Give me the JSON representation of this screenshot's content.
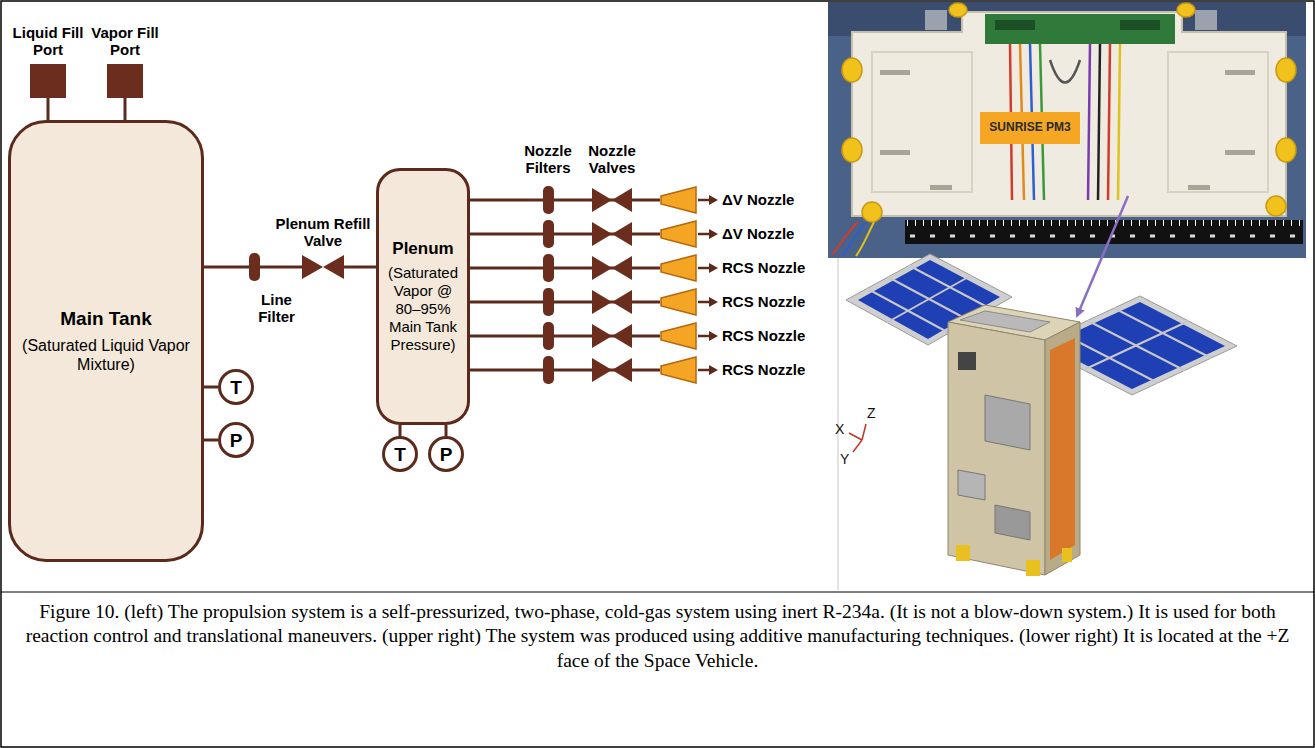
{
  "diagram": {
    "caption": "Figure 10. (left) The propulsion system is a self-pressurized, two-phase, cold-gas system using inert R-234a. (It is not a blow-down system.) It is used for both reaction control and translational maneuvers. (upper right) The system was produced using additive manufacturing techniques. (lower right) It is located at the +Z face of the Space Vehicle.",
    "nodes": [
      {
        "text": [
          "Liquid Fill Port"
        ]
      },
      {
        "text": [
          "Vapor Fill Port"
        ]
      },
      {
        "text": [
          "Main Tank",
          "(Saturated Liquid Vapor Mixture)"
        ]
      },
      {
        "text": [
          "T"
        ]
      },
      {
        "text": [
          "P"
        ]
      },
      {
        "text": [
          "Line Filter"
        ]
      },
      {
        "text": [
          "Plenum Refill Valve"
        ]
      },
      {
        "text": [
          "Plenum",
          "(Saturated Vapor @ 80–95% Main Tank Pressure)"
        ]
      },
      {
        "text": [
          "T"
        ]
      },
      {
        "text": [
          "P"
        ]
      },
      {
        "text": [
          "ΔV Nozzle"
        ]
      },
      {
        "text": [
          "ΔV Nozzle"
        ]
      },
      {
        "text": [
          "RCS Nozzle"
        ]
      },
      {
        "text": [
          "RCS Nozzle"
        ]
      },
      {
        "text": [
          "RCS Nozzle"
        ]
      },
      {
        "text": [
          "RCS Nozzle"
        ]
      }
    ],
    "edges": [
      {
        "from": 0,
        "to": 2,
        "arrow": "none"
      },
      {
        "from": 1,
        "to": 2,
        "arrow": "none"
      },
      {
        "from": 2,
        "to": 3,
        "arrow": "none"
      },
      {
        "from": 2,
        "to": 4,
        "arrow": "none"
      },
      {
        "from": 2,
        "to": 5,
        "arrow": "none"
      },
      {
        "from": 5,
        "to": 6,
        "arrow": "none"
      },
      {
        "from": 6,
        "to": 7,
        "arrow": "none"
      },
      {
        "from": 7,
        "to": 8,
        "arrow": "none"
      },
      {
        "from": 7,
        "to": 9,
        "arrow": "none"
      },
      {
        "from": 7,
        "to": 10,
        "arrow": "none"
      },
      {
        "from": 7,
        "to": 11,
        "arrow": "none"
      },
      {
        "from": 7,
        "to": 12,
        "arrow": "none"
      },
      {
        "from": 7,
        "to": 13,
        "arrow": "none"
      },
      {
        "from": 7,
        "to": 14,
        "arrow": "none"
      },
      {
        "from": 7,
        "to": 15,
        "arrow": "none"
      }
    ],
    "labels": [
      "Nozzle Filters",
      "Nozzle Valves",
      "SUNRISE PM3",
      "Z",
      "X",
      "Y"
    ]
  }
}
